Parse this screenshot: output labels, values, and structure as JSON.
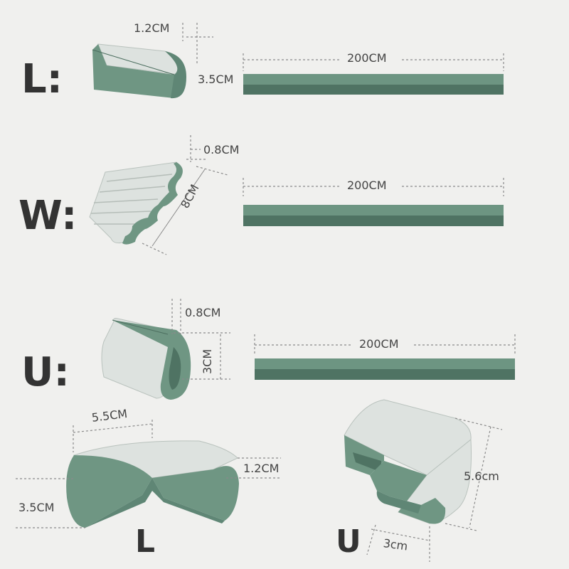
{
  "colors": {
    "background": "#f0f0ee",
    "foam_face": "#dde2df",
    "foam_side": "#6f9683",
    "strip_top": "#6d9582",
    "strip_bottom": "#4f7363",
    "dimension_line": "#888888",
    "label_text": "#333333"
  },
  "labels": {
    "l_row": "L:",
    "w_row": "W:",
    "u_row": "U:",
    "corner_l": "L",
    "corner_u": "U"
  },
  "dimensions": {
    "l_thickness": "1.2CM",
    "l_height": "3.5CM",
    "l_length": "200CM",
    "w_thickness": "0.8CM",
    "w_width": "8CM",
    "w_length": "200CM",
    "u_thickness": "0.8CM",
    "u_height": "3CM",
    "u_length": "200CM",
    "corner_l_width": "5.5CM",
    "corner_l_thickness": "1.2CM",
    "corner_l_height": "3.5CM",
    "corner_u_height": "5.6cm",
    "corner_u_width": "3cm"
  }
}
